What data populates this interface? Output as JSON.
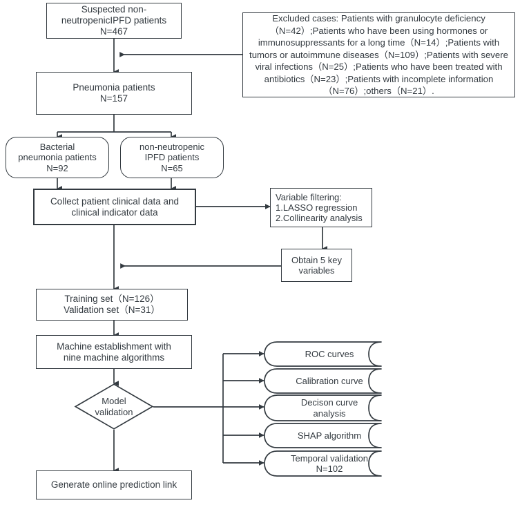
{
  "figure": {
    "type": "flowchart",
    "title": "Study flow diagram for non-neutropenic IPFD prediction model",
    "stroke_color": "#333a40",
    "background": "#ffffff"
  },
  "nodes": {
    "suspected": {
      "label": "Suspected  non-\nneutropenicIPFD patients\nN=467",
      "shape": "rect"
    },
    "excluded": {
      "label": "Excluded cases: Patients with granulocyte deficiency（N=42）;Patients who have been using hormones or immunosuppressants for a long time（N=14）;Patients with tumors or autoimmune diseases（N=109）;Patients with severe viral infections（N=25）;Patients who have been treated with antibiotics（N=23）;Patients with incomplete information（N=76）;others（N=21）.",
      "shape": "rect"
    },
    "pneumonia": {
      "label": "Pneumonia patients\nN=157",
      "shape": "rect"
    },
    "bacterial": {
      "label": "Bacterial\npneumonia patients\nN=92",
      "shape": "rounded-rect"
    },
    "nonneutropenic": {
      "label": "non-neutropenic\nIPFD patients\nN=65",
      "shape": "rounded-rect"
    },
    "collect": {
      "label": "Collect patient clinical data and\nclinical indicator data",
      "shape": "rect-thick"
    },
    "variable_filtering": {
      "label": "Variable filtering:\n1.LASSO regression\n2.Collinearity analysis",
      "shape": "rect"
    },
    "obtain_key": {
      "label": "Obtain 5 key\nvariables",
      "shape": "rect"
    },
    "sets": {
      "label": "Training set（N=126）\nValidation set（N=31）",
      "shape": "rect"
    },
    "machine": {
      "label": "Machine establishment with\nnine machine  algorithms",
      "shape": "rect"
    },
    "model_validation": {
      "label": "Model\nvalidation",
      "shape": "diamond"
    },
    "generate": {
      "label": "Generate online prediction link",
      "shape": "rect"
    }
  },
  "validation_outputs": [
    {
      "label": "ROC curves"
    },
    {
      "label": "Calibration curve"
    },
    {
      "label": "Decison curve\nanalysis"
    },
    {
      "label": "SHAP algorithm"
    },
    {
      "label": "Temporal validation\nN=102"
    }
  ],
  "edges": [
    {
      "from": "suspected",
      "to": "pneumonia"
    },
    {
      "from": "excluded",
      "to": "suspected-pneumonia-link"
    },
    {
      "from": "pneumonia",
      "to": "bacterial"
    },
    {
      "from": "pneumonia",
      "to": "nonneutropenic"
    },
    {
      "from": "bacterial",
      "to": "collect"
    },
    {
      "from": "nonneutropenic",
      "to": "collect"
    },
    {
      "from": "collect",
      "to": "variable_filtering"
    },
    {
      "from": "variable_filtering",
      "to": "obtain_key"
    },
    {
      "from": "obtain_key",
      "to": "collect-sets-link"
    },
    {
      "from": "collect",
      "to": "sets"
    },
    {
      "from": "sets",
      "to": "machine"
    },
    {
      "from": "machine",
      "to": "model_validation"
    },
    {
      "from": "model_validation",
      "to": "validation_outputs"
    },
    {
      "from": "model_validation",
      "to": "generate"
    }
  ]
}
